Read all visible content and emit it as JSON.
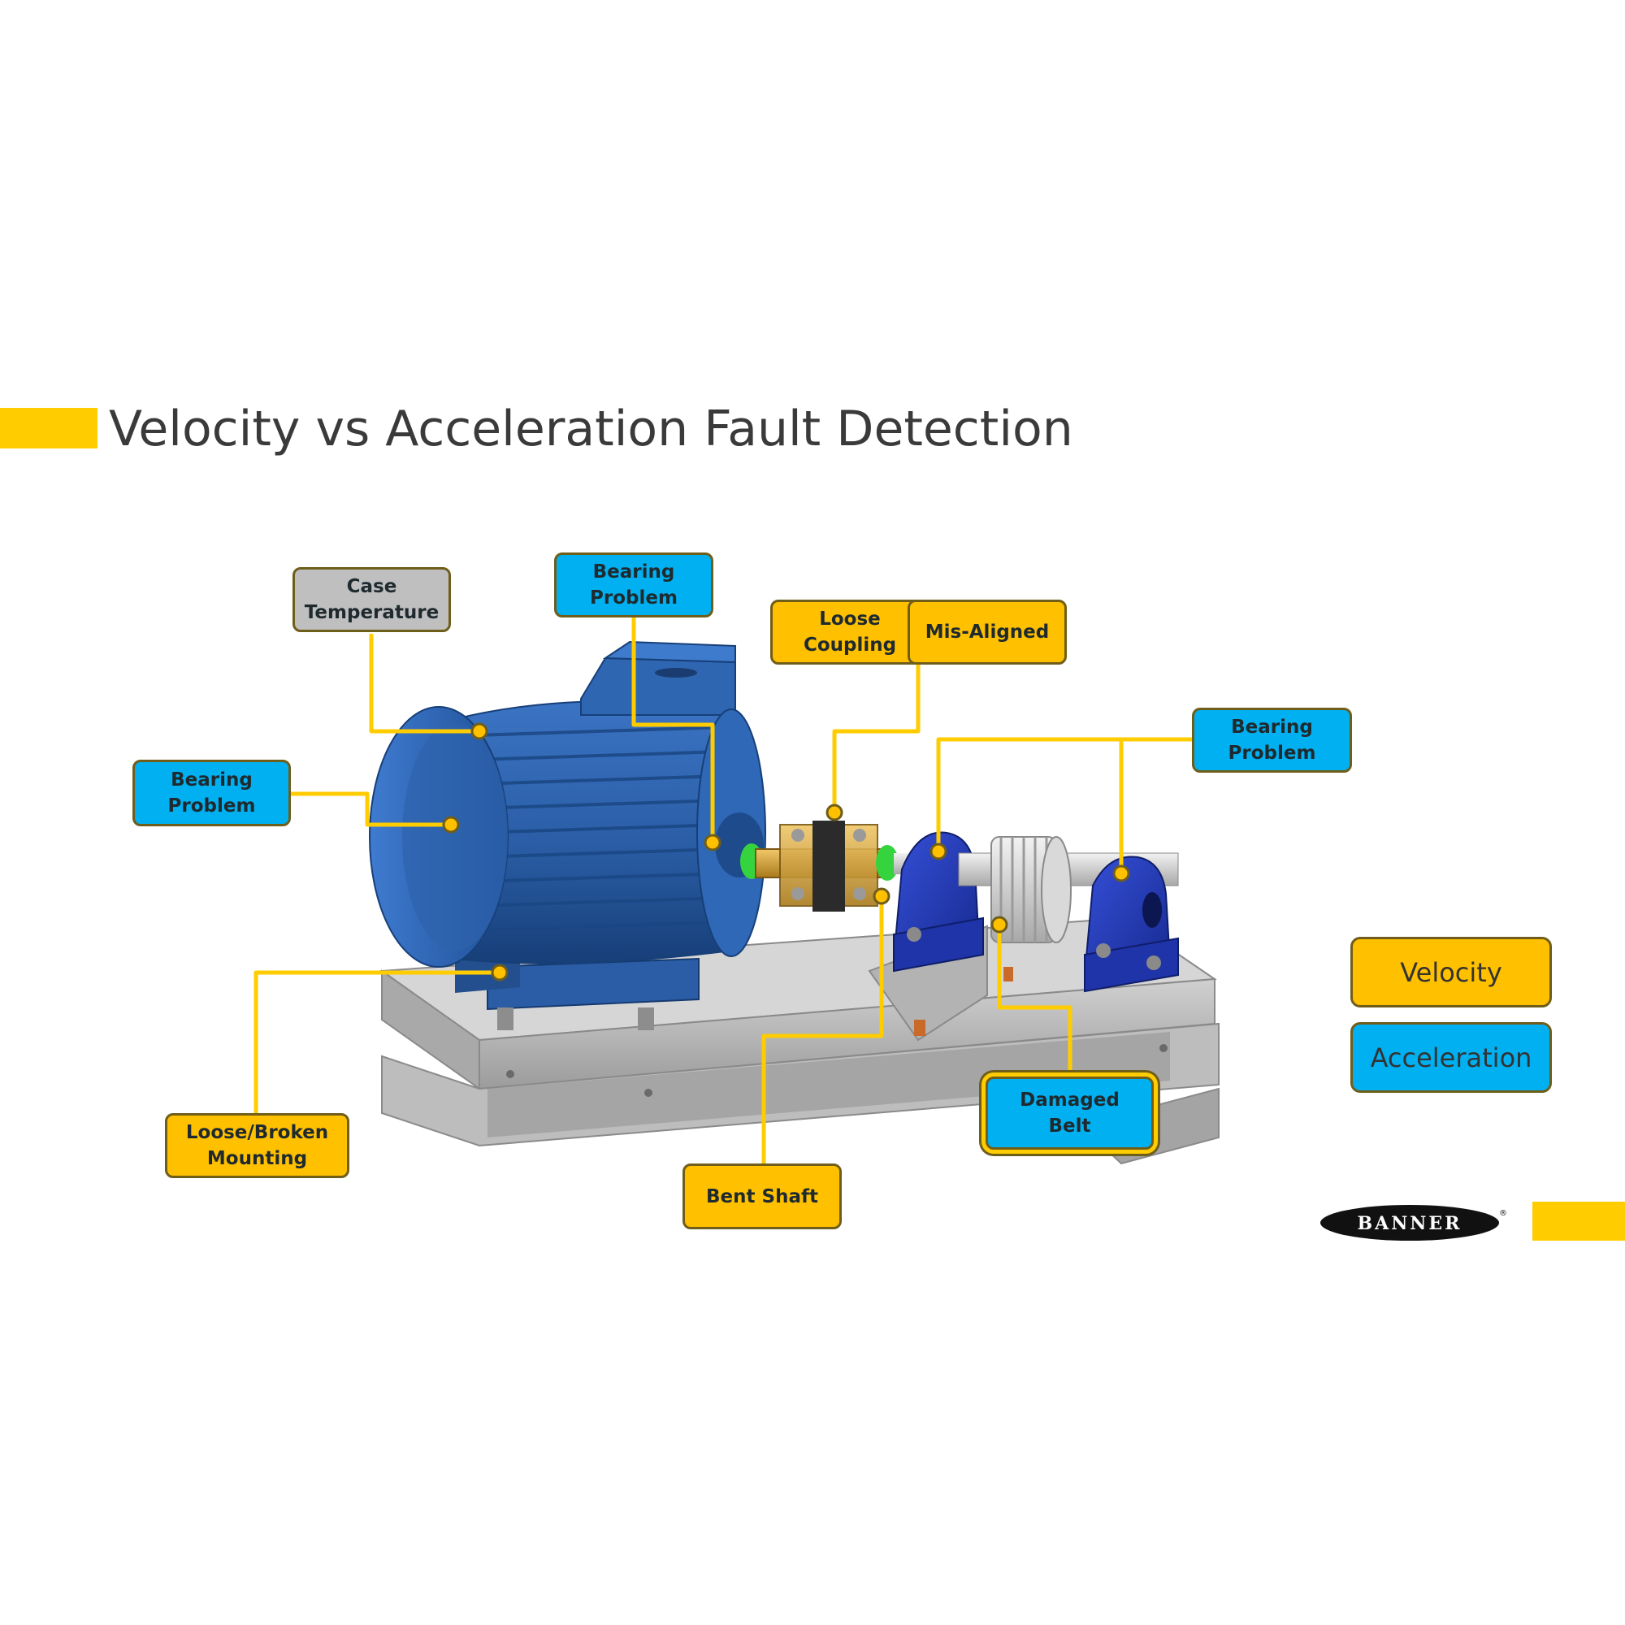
{
  "title": "Velocity vs Acceleration Fault Detection",
  "colors": {
    "accent_yellow": "#FFCC00",
    "velocity": "#FFC000",
    "acceleration": "#00B0F0",
    "temperature": "#BFBFBF",
    "leader_line": "#FFCC00",
    "motor_blue": "#2B5FA3",
    "bearing_blue": "#1D36B5",
    "frame_gray": "#B9B9B9"
  },
  "callouts": [
    {
      "id": "case-temperature",
      "text": "Case\nTemperature",
      "category": "temperature"
    },
    {
      "id": "bearing-problem-top",
      "text": "Bearing\nProblem",
      "category": "acceleration"
    },
    {
      "id": "loose-coupling",
      "text": "Loose\nCoupling",
      "category": "velocity"
    },
    {
      "id": "mis-aligned",
      "text": "Mis-Aligned",
      "category": "velocity"
    },
    {
      "id": "bearing-problem-right",
      "text": "Bearing\nProblem",
      "category": "acceleration"
    },
    {
      "id": "bearing-problem-left",
      "text": "Bearing\nProblem",
      "category": "acceleration"
    },
    {
      "id": "loose-broken-mounting",
      "text": "Loose/Broken\nMounting",
      "category": "velocity"
    },
    {
      "id": "bent-shaft",
      "text": "Bent Shaft",
      "category": "velocity"
    },
    {
      "id": "damaged-belt",
      "text": "Damaged\nBelt",
      "category": "acceleration",
      "highlight": true
    }
  ],
  "legend": [
    {
      "label": "Velocity",
      "category": "velocity"
    },
    {
      "label": "Acceleration",
      "category": "acceleration"
    }
  ],
  "logo": {
    "text": "BANNER",
    "mark": "®"
  }
}
